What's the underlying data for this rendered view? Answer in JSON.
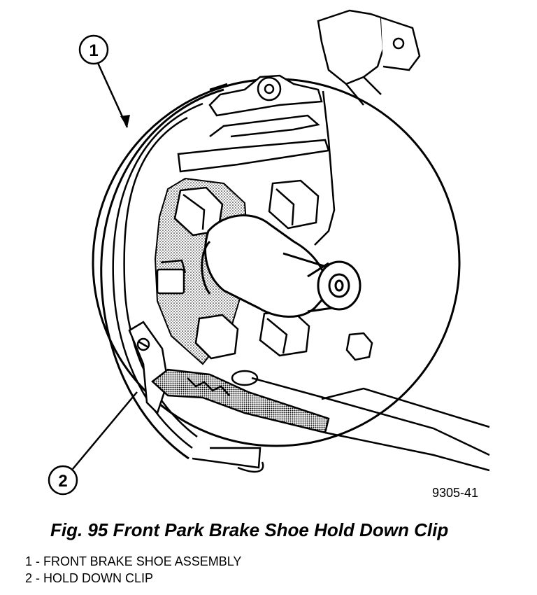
{
  "figure": {
    "callouts": [
      {
        "number": "1"
      },
      {
        "number": "2"
      }
    ],
    "figure_id": "9305-41"
  },
  "caption": "Fig. 95 Front Park Brake Shoe Hold Down Clip",
  "legend": [
    {
      "text": "1 - FRONT BRAKE SHOE ASSEMBLY"
    },
    {
      "text": "2 - HOLD DOWN CLIP"
    }
  ]
}
